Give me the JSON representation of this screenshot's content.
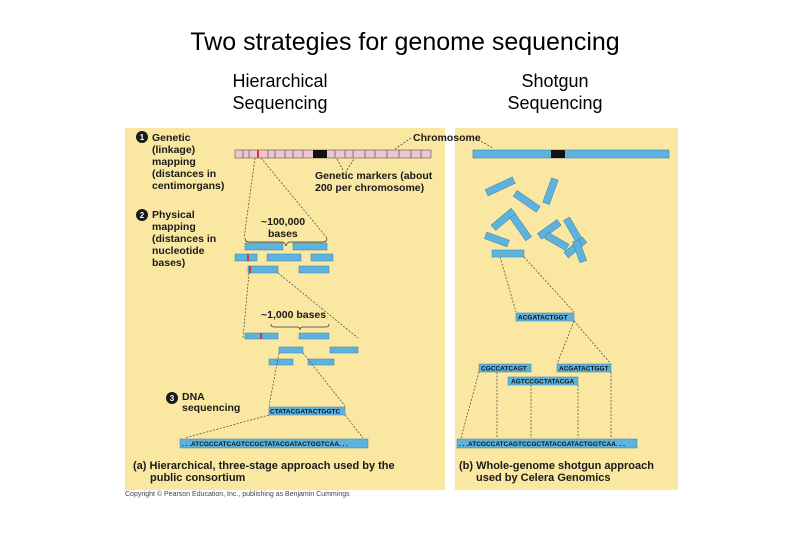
{
  "title": "Two strategies for genome sequencing",
  "left_heading": [
    "Hierarchical",
    "Sequencing"
  ],
  "right_heading": [
    "Shotgun",
    "Sequencing"
  ],
  "figure": {
    "step1_number": "1",
    "step1_label": [
      "Genetic",
      "(linkage)",
      "mapping",
      "(distances in",
      "centimorgans)"
    ],
    "chromosome_label": "Chromosome",
    "markers_label": [
      "Genetic markers (about",
      "200 per chromosome)"
    ],
    "step2_number": "2",
    "step2_label": [
      "Physical",
      "mapping",
      "(distances in",
      "nucleotide",
      "bases)"
    ],
    "bases_100k": [
      "~100,000",
      "bases"
    ],
    "bases_1k": "~1,000 bases",
    "step3_number": "3",
    "step3_label": [
      "DNA",
      "sequencing"
    ],
    "fragment_seq_left": "CTATACGATACTGGTC",
    "full_seq_left": ". . .ATCGCCATCAGTCCGCTATACGATACTGGTCAA. . .",
    "caption_left": [
      "(a) Hierarchical, three-stage approach used by the",
      "public consortium"
    ],
    "seq_fragment_top": "ACGATACTGGT",
    "seq_frag_a": "CGCCATCAGT",
    "seq_frag_b": "ACGATACTGGT",
    "seq_frag_c": "AGTCCGCTATACGA",
    "full_seq_right": ". . .ATCGCCATCAGTCCGCTATACGATACTGGTCAA. . .",
    "caption_right": [
      "(b) Whole-genome shotgun approach",
      "used by Celera Genomics"
    ],
    "copyright": "Copyright © Pearson Education, Inc., publishing as Benjamin Cummings"
  },
  "colors": {
    "panel_background": "#fae7a2",
    "segment_blue": "#5db3de",
    "chromosome_pink": "#f0c6cc",
    "marker_red": "#d23a3a"
  }
}
